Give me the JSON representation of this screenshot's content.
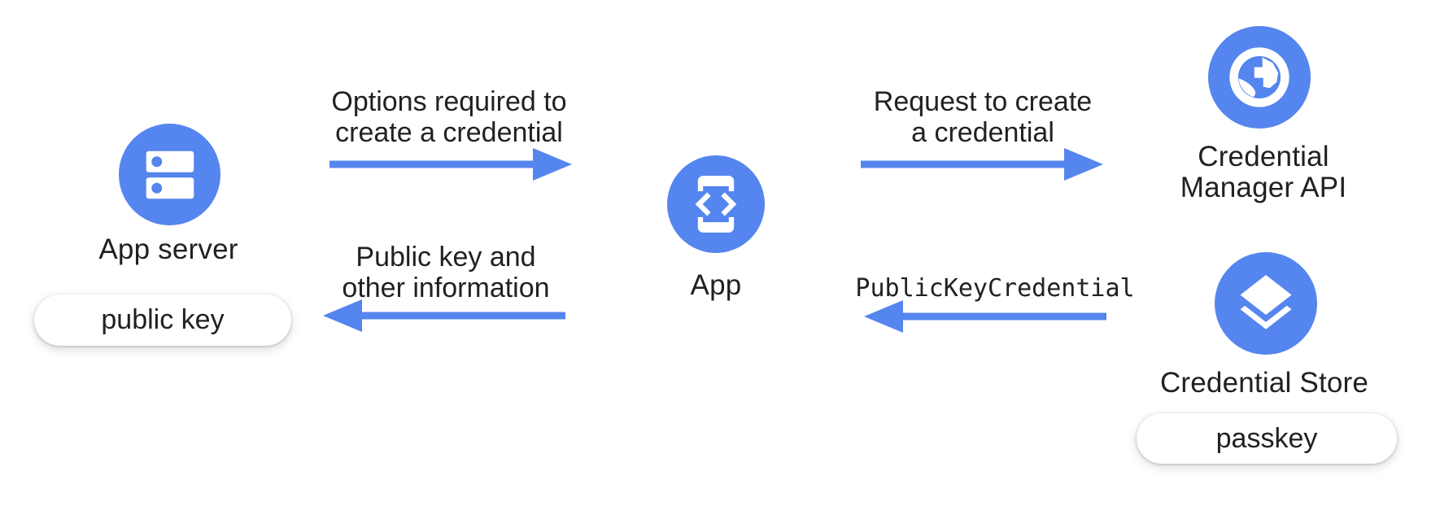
{
  "colors": {
    "accent": "#5585EE",
    "text": "#202124",
    "bg": "#ffffff"
  },
  "nodes": {
    "app_server": {
      "label": "App server",
      "icon": "server-icon",
      "artifact": "public key"
    },
    "app": {
      "label": "App",
      "icon": "phone-code-icon"
    },
    "credential_manager": {
      "label_line1": "Credential",
      "label_line2": "Manager API",
      "icon": "globe-icon"
    },
    "credential_store": {
      "label": "Credential Store",
      "icon": "layers-icon",
      "artifact": "passkey"
    }
  },
  "arrows": [
    {
      "id": "options-to-app",
      "direction": "right",
      "label_line1": "Options required to",
      "label_line2": "create a credential"
    },
    {
      "id": "request-to-credential-manager",
      "direction": "right",
      "label_line1": "Request to create",
      "label_line2": "a credential"
    },
    {
      "id": "public-key-to-server",
      "direction": "left",
      "label_line1": "Public key and",
      "label_line2": "other information"
    },
    {
      "id": "publickeycredential-to-app",
      "direction": "left",
      "label_line1": "PublicKeyCredential",
      "mono": true
    }
  ]
}
